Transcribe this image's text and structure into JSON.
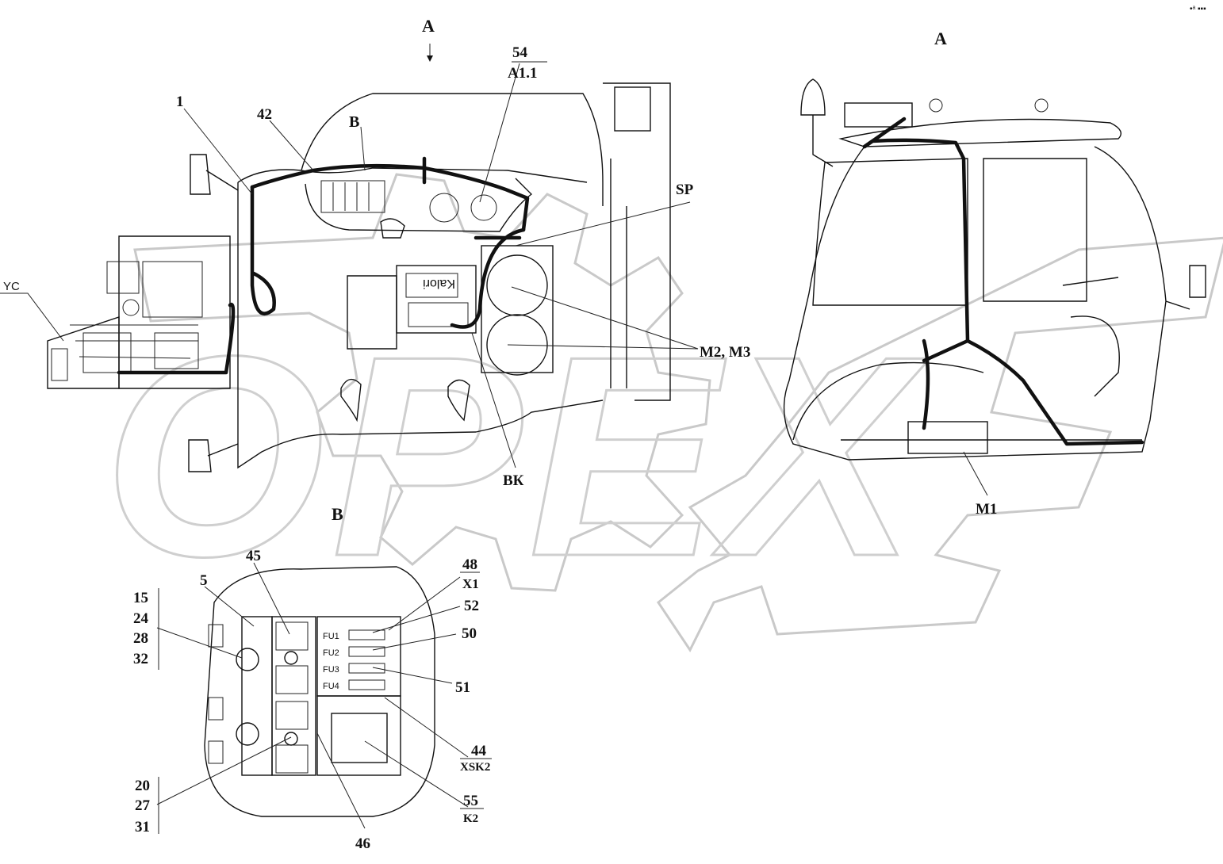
{
  "watermark": {
    "text": "OPEX"
  },
  "corner_mark": "•ᵃ ▪▪▪",
  "labels": {
    "view_a_arrow": "A",
    "view_a_title": "A",
    "view_b_title": "B",
    "callout_b": "B",
    "p1": "1",
    "p42": "42",
    "p54": "54",
    "a11": "A1.1",
    "sp": "SP",
    "yc": "YC",
    "m2m3": "M2, M3",
    "bk": "ВК",
    "m1": "M1",
    "p45": "45",
    "p5": "5",
    "p48": "48",
    "x1": "X1",
    "p52": "52",
    "p50": "50",
    "p51": "51",
    "p44": "44",
    "xsk2": "XSK2",
    "p55": "55",
    "k2": "K2",
    "p46": "46"
  },
  "group_upper": [
    "15",
    "24",
    "28",
    "32"
  ],
  "group_lower": [
    "20",
    "27",
    "31"
  ],
  "fuses": [
    "FU1",
    "FU2",
    "FU3",
    "FU4"
  ],
  "panel_brand": "Kalori"
}
